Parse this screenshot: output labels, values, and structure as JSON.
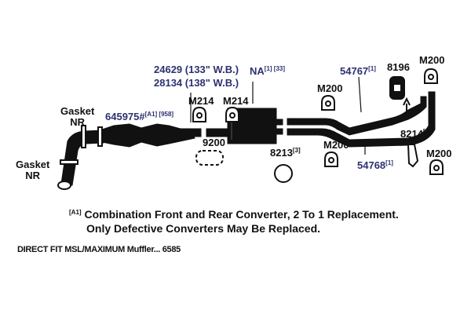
{
  "labels": {
    "pipe_a": "24629 (133\" W.B.)",
    "pipe_b": "28134 (138\" W.B.)",
    "muffler": "NA",
    "muffler_sup": "[1] [33]",
    "tailpipe_upper": "54767",
    "tailpipe_upper_sup": "[1]",
    "hanger_8196": "8196",
    "clamp_top_right": "M200",
    "clamp_upper_mid": "M200",
    "clamp_m214_left": "M214",
    "clamp_m214_right": "M214",
    "gasket_upper": "Gasket",
    "gasket_upper_nr": "NR",
    "converter": "645975#",
    "converter_sup": "[A1] [958]",
    "pipe_9200": "9200",
    "clamp_lower_mid": "M200",
    "clamp_8213": "8213",
    "clamp_8213_sup": "[3]",
    "hanger_8214": "8214",
    "hanger_8214_sup": "[3]",
    "clamp_bottom_right": "M200",
    "tailpipe_lower": "54768",
    "tailpipe_lower_sup": "[1]",
    "gasket_lower": "Gasket",
    "gasket_lower_nr": "NR"
  },
  "footnote": {
    "marker": "[A1]",
    "line1": "Combination Front and Rear Converter, 2 To 1 Replacement.",
    "line2": "Only Defective Converters May Be Replaced."
  },
  "direct_fit": "DIRECT FIT MSL/MAXIMUM Muffler... 6585",
  "colors": {
    "part_number": "#2d3170",
    "ink": "#111111"
  }
}
